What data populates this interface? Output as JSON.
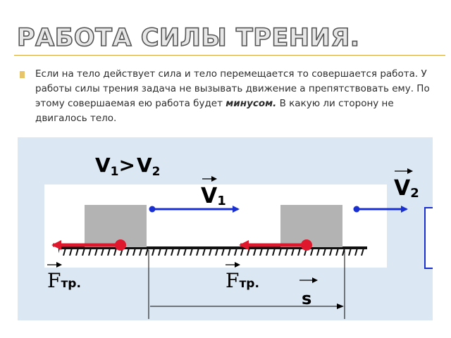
{
  "slide": {
    "title": "РАБОТА СИЛЫ ТРЕНИЯ.",
    "bullet": {
      "text_before": "Если на тело действует сила и тело перемещается то совершается работа. У работы силы трения задача не вызывать движение а препятствовать  ему. По этому совершаемая ею работа будет ",
      "emphasis": "минусом.",
      "text_after": " В какую ли сторону не двигалось тело."
    }
  },
  "figure": {
    "condition": {
      "v1": "V",
      "sub1": "1",
      "gt": ">",
      "v2": "V",
      "sub2": "2"
    },
    "label_v1": {
      "main": "V",
      "sub": "1"
    },
    "label_v2": {
      "main": "V",
      "sub": "2"
    },
    "label_f1": {
      "main": "F",
      "sub": "тр."
    },
    "label_f2": {
      "main": "F",
      "sub": "тр."
    },
    "label_s": "s",
    "colors": {
      "velocity": "#1a2fd0",
      "friction": "#e0182d",
      "block": "#b3b3b3",
      "background": "#dbe7f3"
    }
  }
}
